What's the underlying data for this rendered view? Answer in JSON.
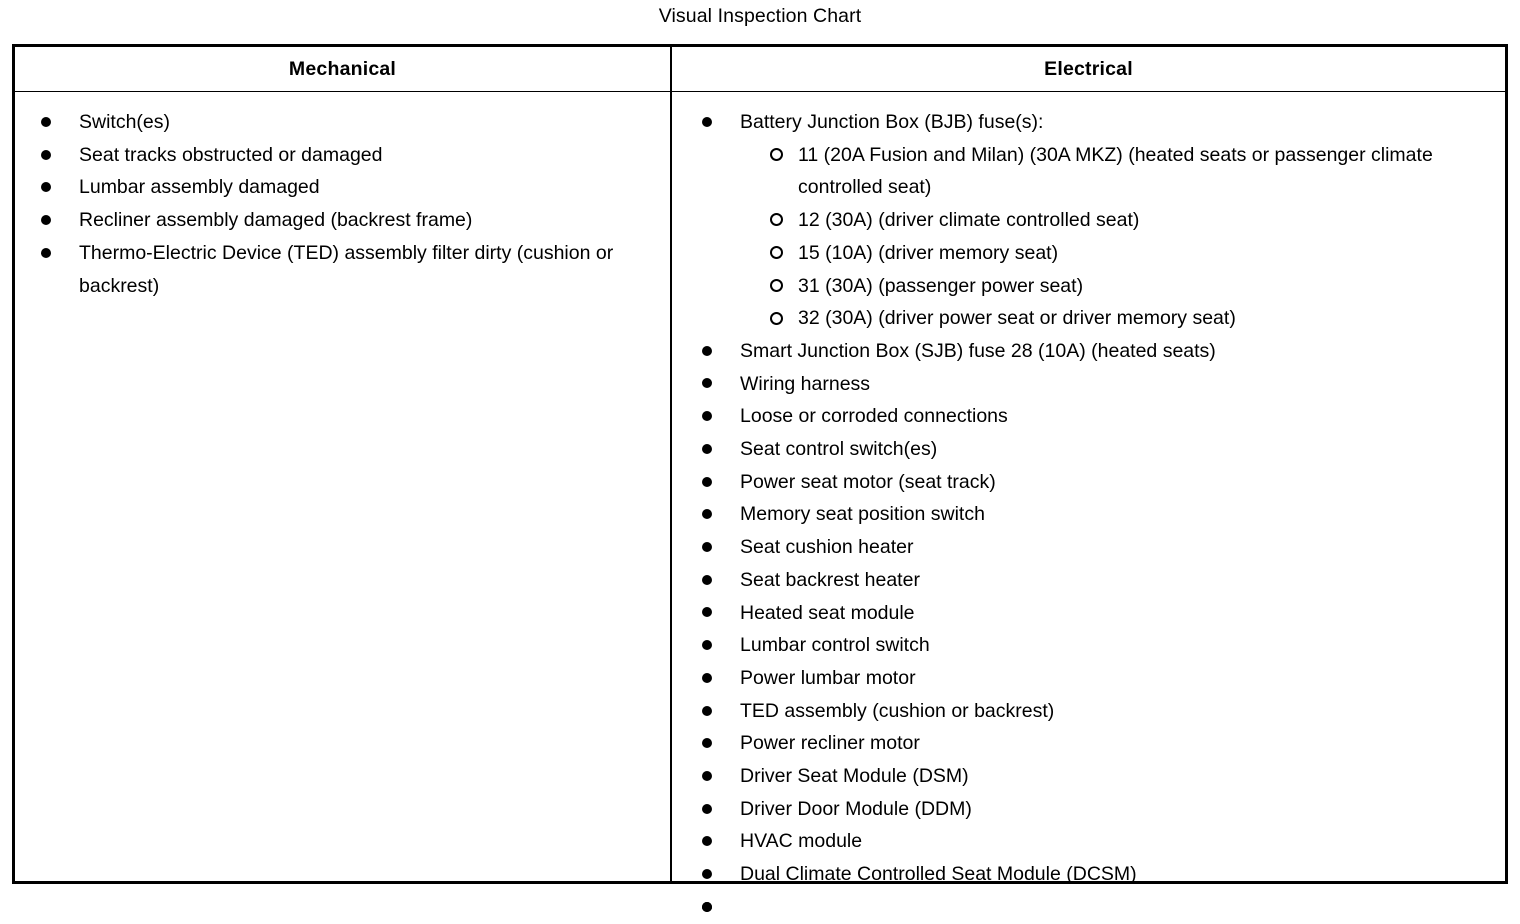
{
  "title": "Visual Inspection Chart",
  "table": {
    "columns": [
      {
        "header": "Mechanical"
      },
      {
        "header": "Electrical"
      }
    ],
    "mechanical": {
      "items": [
        {
          "text": "Switch(es)"
        },
        {
          "text": "Seat tracks obstructed or damaged"
        },
        {
          "text": "Lumbar assembly damaged"
        },
        {
          "text": "Recliner assembly damaged (backrest frame)"
        },
        {
          "text": "Thermo-Electric Device (TED) assembly filter dirty (cushion or backrest)"
        }
      ]
    },
    "electrical": {
      "items": [
        {
          "text": "Battery Junction Box (BJB) fuse(s):",
          "subitems": [
            {
              "text": "11 (20A Fusion and Milan) (30A MKZ) (heated seats or passenger climate controlled seat)"
            },
            {
              "text": "12 (30A) (driver climate controlled seat)"
            },
            {
              "text": "15 (10A) (driver memory seat)"
            },
            {
              "text": "31 (30A) (passenger power seat)"
            },
            {
              "text": "32 (30A) (driver power seat or driver memory seat)"
            }
          ]
        },
        {
          "text": "Smart Junction Box (SJB) fuse 28 (10A) (heated seats)"
        },
        {
          "text": "Wiring harness"
        },
        {
          "text": "Loose or corroded connections"
        },
        {
          "text": "Seat control switch(es)"
        },
        {
          "text": "Power seat motor (seat track)"
        },
        {
          "text": "Memory seat position switch"
        },
        {
          "text": "Seat cushion heater"
        },
        {
          "text": "Seat backrest heater"
        },
        {
          "text": "Heated seat module"
        },
        {
          "text": "Lumbar control switch"
        },
        {
          "text": "Power lumbar motor"
        },
        {
          "text": "TED assembly (cushion or backrest)"
        },
        {
          "text": "Power recliner motor"
        },
        {
          "text": "Driver Seat Module (DSM)"
        },
        {
          "text": "Driver Door Module (DDM)"
        },
        {
          "text": "HVAC module"
        },
        {
          "text": "Dual Climate Controlled Seat Module (DCSM)"
        }
      ]
    }
  },
  "colors": {
    "text": "#000000",
    "border": "#000000",
    "background": "#ffffff"
  }
}
